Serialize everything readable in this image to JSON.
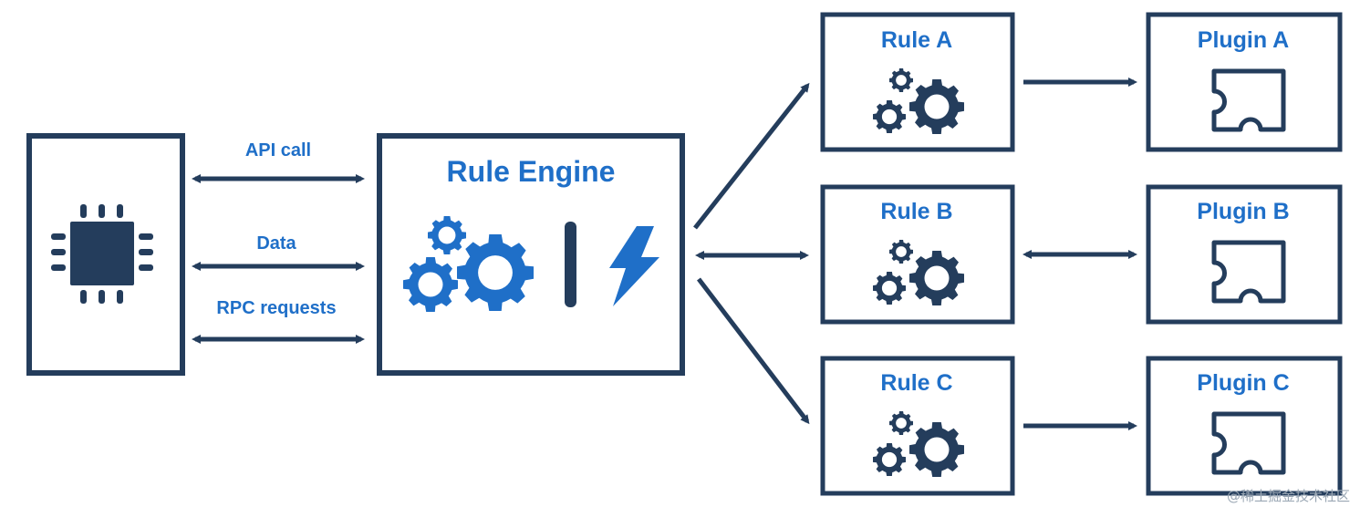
{
  "diagram": {
    "engine_title": "Rule Engine",
    "connections": {
      "api_call": "API call",
      "data": "Data",
      "rpc_requests": "RPC requests"
    },
    "rules": [
      {
        "label": "Rule A"
      },
      {
        "label": "Rule B"
      },
      {
        "label": "Rule C"
      }
    ],
    "plugins": [
      {
        "label": "Plugin A"
      },
      {
        "label": "Plugin B"
      },
      {
        "label": "Plugin C"
      }
    ],
    "watermark": "@稀土掘金技术社区",
    "icons": {
      "device": "chip-icon",
      "engine": [
        "gears-icon",
        "divider-bar",
        "lightning-icon"
      ],
      "rule": "gears-icon",
      "plugin": "puzzle-piece-icon"
    },
    "colors": {
      "box_border": "#243d5c",
      "arrow": "#243d5c",
      "text_accent": "#1f6fc8",
      "engine_icons": "#1f6fc8",
      "rule_gears": "#243d5c"
    }
  }
}
